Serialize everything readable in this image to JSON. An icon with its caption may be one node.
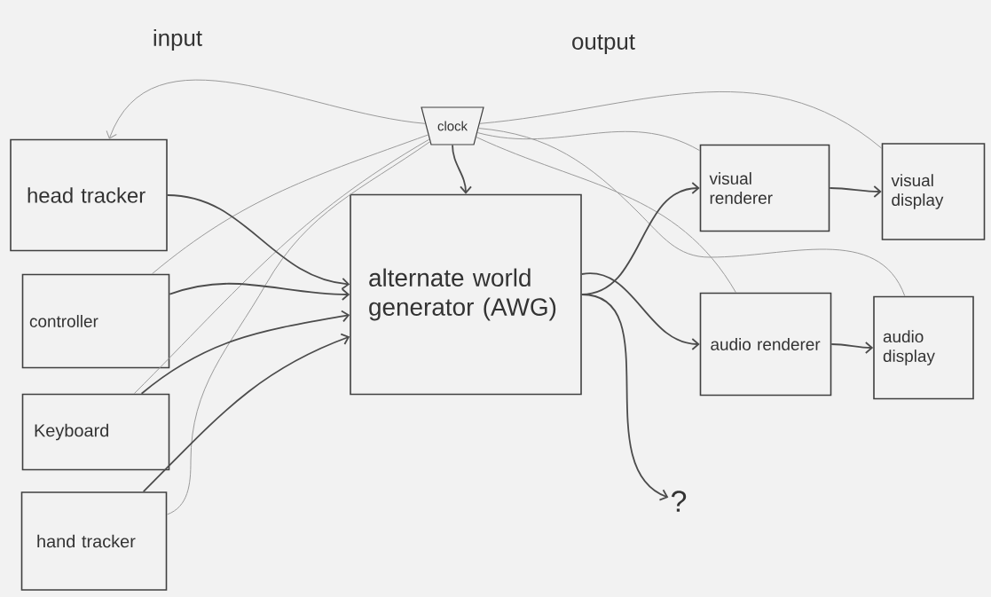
{
  "diagram": {
    "nodes": [
      {
        "text": [
          "head tracker"
        ]
      },
      {
        "text": [
          "controller"
        ]
      },
      {
        "text": [
          "Keyboard"
        ]
      },
      {
        "text": [
          "hand tracker"
        ]
      },
      {
        "text": [
          "clock"
        ]
      },
      {
        "text": [
          "alternate world generator (AWG)"
        ]
      },
      {
        "text": [
          "visual renderer"
        ]
      },
      {
        "text": [
          "visual display"
        ]
      },
      {
        "text": [
          "audio renderer"
        ]
      },
      {
        "text": [
          "audio display"
        ]
      },
      {
        "text": [
          "?"
        ]
      }
    ],
    "edges": [
      {
        "from": 4,
        "to": 0,
        "arrow": "to",
        "color": "#9a9a9a"
      },
      {
        "from": 4,
        "to": 5,
        "arrow": "to"
      },
      {
        "from": 4,
        "to": 1,
        "arrow": "none",
        "color": "#9a9a9a"
      },
      {
        "from": 4,
        "to": 2,
        "arrow": "none",
        "color": "#9a9a9a"
      },
      {
        "from": 4,
        "to": 3,
        "arrow": "none",
        "color": "#9a9a9a"
      },
      {
        "from": 4,
        "to": 6,
        "arrow": "none",
        "color": "#9a9a9a"
      },
      {
        "from": 4,
        "to": 7,
        "arrow": "none",
        "color": "#9a9a9a"
      },
      {
        "from": 4,
        "to": 8,
        "arrow": "none",
        "color": "#9a9a9a"
      },
      {
        "from": 4,
        "to": 9,
        "arrow": "none",
        "color": "#9a9a9a"
      },
      {
        "from": 0,
        "to": 5,
        "arrow": "to"
      },
      {
        "from": 1,
        "to": 5,
        "arrow": "to"
      },
      {
        "from": 2,
        "to": 5,
        "arrow": "to"
      },
      {
        "from": 3,
        "to": 5,
        "arrow": "to"
      },
      {
        "from": 5,
        "to": 6,
        "arrow": "to"
      },
      {
        "from": 5,
        "to": 8,
        "arrow": "to"
      },
      {
        "from": 5,
        "to": 10,
        "arrow": "to"
      },
      {
        "from": 6,
        "to": 7,
        "arrow": "to"
      },
      {
        "from": 8,
        "to": 9,
        "arrow": "to"
      }
    ],
    "labels": [
      "input",
      "output"
    ]
  }
}
